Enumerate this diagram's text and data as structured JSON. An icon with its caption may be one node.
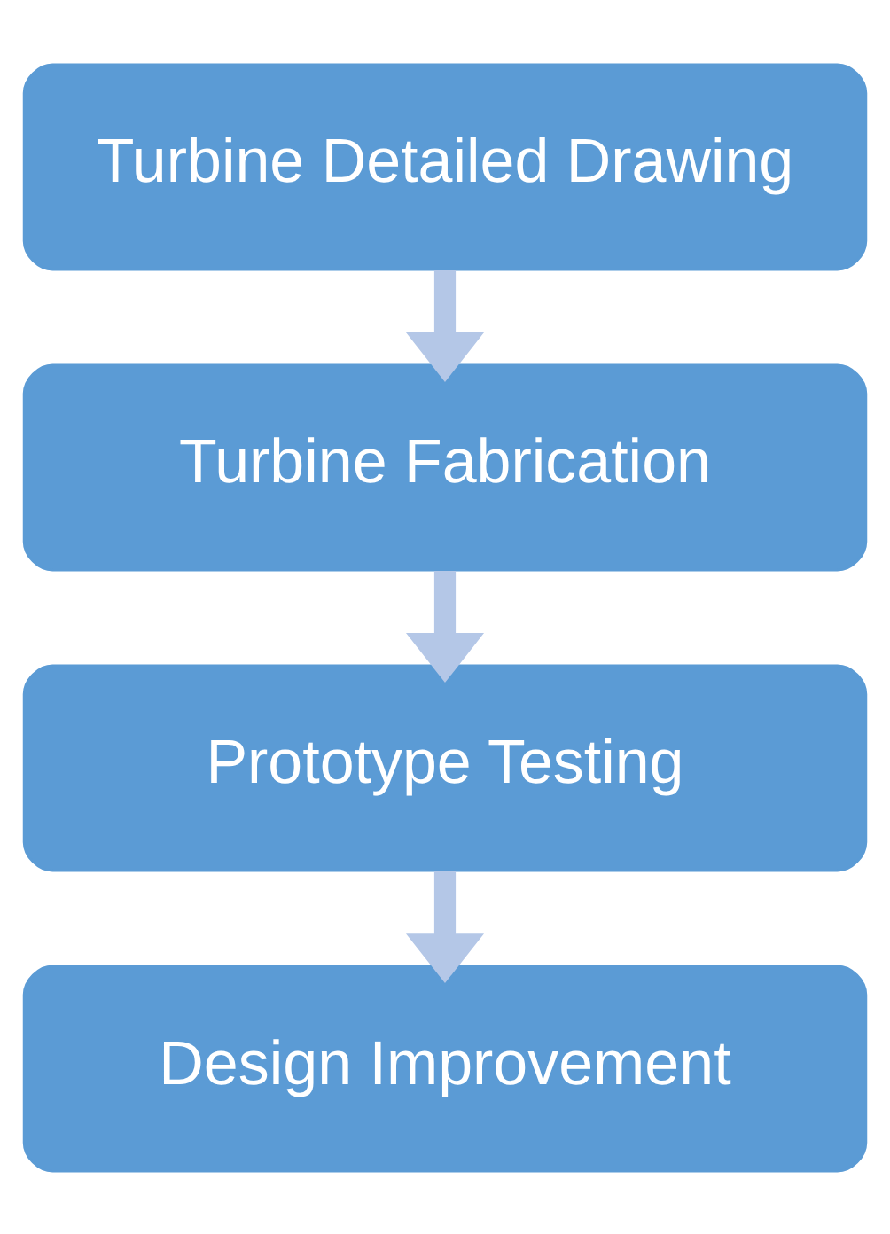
{
  "diagram": {
    "nodes": [
      {
        "text": [
          "Turbine Detailed Drawing"
        ]
      },
      {
        "text": [
          "Turbine Fabrication"
        ]
      },
      {
        "text": [
          "Prototype Testing"
        ]
      },
      {
        "text": [
          "Design Improvement"
        ]
      }
    ],
    "edges": [
      {
        "from": 0,
        "to": 1,
        "arrow": "to"
      },
      {
        "from": 1,
        "to": 2,
        "arrow": "to"
      },
      {
        "from": 2,
        "to": 3,
        "arrow": "to"
      }
    ]
  }
}
